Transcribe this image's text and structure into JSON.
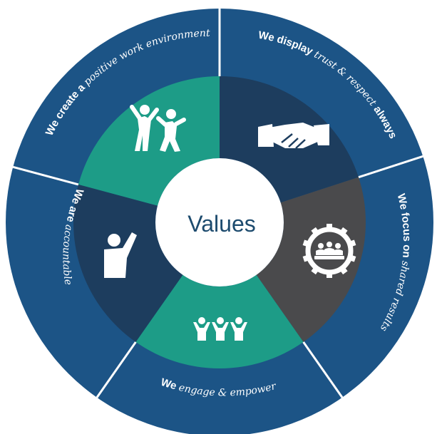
{
  "center": {
    "label": "Values"
  },
  "colors": {
    "outer_ring": "#1c5486",
    "ring_border": "#ffffff",
    "teal": "#1d9c87",
    "navy": "#1d3d5e",
    "gray": "#4a4a4c",
    "center_fill": "#ffffff",
    "center_text": "#1d4b6e",
    "icon": "#ffffff"
  },
  "values": [
    {
      "id": "positive-work",
      "bold": "We create a",
      "script": "positive work environment",
      "icon": "jumping-people-icon",
      "color": "teal"
    },
    {
      "id": "trust-respect",
      "bold": "We display",
      "script": "trust & respect",
      "bold_end": "always",
      "icon": "handshake-icon",
      "color": "navy"
    },
    {
      "id": "shared-results",
      "bold": "We focus on",
      "script": "shared results",
      "icon": "team-gear-icon",
      "color": "gray"
    },
    {
      "id": "engage-empower",
      "bold": "We",
      "script": "engage & empower",
      "icon": "group-raised-arms-icon",
      "color": "teal"
    },
    {
      "id": "accountable",
      "bold": "We are",
      "script": "accountable",
      "icon": "raised-hand-person-icon",
      "color": "navy"
    }
  ]
}
